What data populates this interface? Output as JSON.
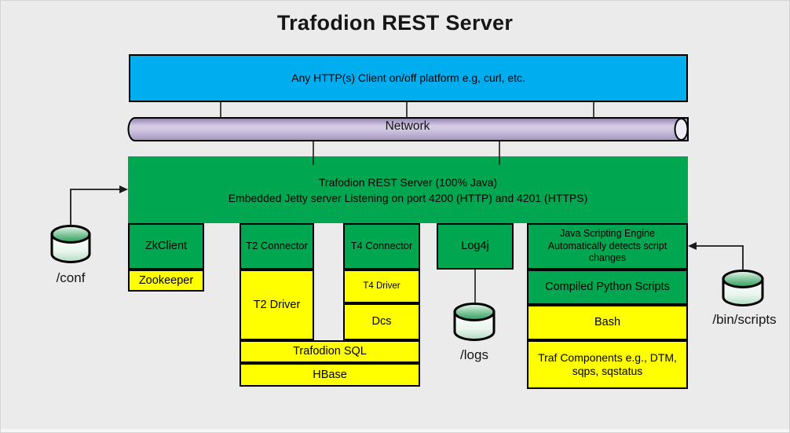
{
  "title": "Trafodion REST Server",
  "client_box": {
    "label": "Any HTTP(s) Client on/off platform e.g, curl, etc."
  },
  "network": {
    "label": "Network"
  },
  "rest_server": {
    "line1": "Trafodion REST Server (100% Java)",
    "line2": "Embedded Jetty server Listening on port 4200 (HTTP) and 4201 (HTTPS)"
  },
  "components": {
    "zkclient": {
      "label": "ZkClient"
    },
    "zookeeper": {
      "label": "Zookeeper"
    },
    "t2_connector": {
      "label": "T2 Connector"
    },
    "t2_driver": {
      "label": "T2 Driver"
    },
    "t4_connector": {
      "label": "T4 Connector"
    },
    "t4_driver": {
      "label": "T4 Driver"
    },
    "dcs": {
      "label": "Dcs"
    },
    "trafodion_sql": {
      "label": "Trafodion SQL"
    },
    "hbase": {
      "label": "HBase"
    },
    "log4j": {
      "label": "Log4j"
    },
    "java_scripting_engine": {
      "label": "Java Scripting Engine Automatically detects script changes"
    },
    "compiled_python": {
      "label": "Compiled Python Scripts"
    },
    "bash": {
      "label": "Bash"
    },
    "traf_components": {
      "label": "Traf Components e.g., DTM, sqps, sqstatus"
    }
  },
  "storage": {
    "conf": {
      "label": "/conf"
    },
    "logs": {
      "label": "/logs"
    },
    "bin_scripts": {
      "label": "/bin/scripts"
    }
  },
  "colors": {
    "green": "#00a750",
    "yellow": "#ffff00",
    "blue": "#00aeef",
    "background": "#ebebeb"
  }
}
